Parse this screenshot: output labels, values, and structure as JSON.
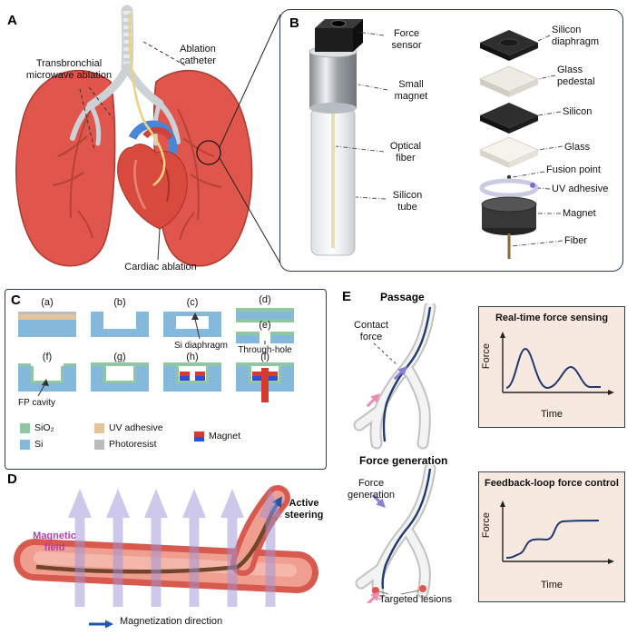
{
  "colors": {
    "panel_border": "#2b3a55",
    "chart_box_bg": "#f8e9e0",
    "curve_navy": "#1e3a6e",
    "si_blue": "#85b9dc",
    "sio2_green": "#8ec7a2",
    "uv_adhesive_tan": "#e3c49b",
    "photoresist_gray": "#b9bcbe",
    "magnet_red": "#d63a2f",
    "magnet_blue": "#2b4fd8",
    "magnetic_field_purple": "#b03fb0",
    "field_arrow_purple": "#9f93d9",
    "vessel_red": "#d85a4e",
    "magnetization_blue": "#2455a4",
    "lung_red": "#e0564c"
  },
  "panelA": {
    "label": "A",
    "transbronchial_label": "Transbronchial microwave ablation",
    "ablation_catheter_label": "Ablation catheter",
    "cardiac_ablation_label": "Cardiac ablation"
  },
  "panelB": {
    "label": "B",
    "force_sensor": "Force sensor",
    "small_magnet": "Small magnet",
    "optical_fiber": "Optical fiber",
    "silicon_tube": "Silicon tube",
    "silicon_diaphragm": "Silicon diaphragm",
    "glass_pedestal": "Glass pedestal",
    "silicon": "Silicon",
    "glass": "Glass",
    "fusion_point": "Fusion point",
    "uv_adhesive": "UV adhesive",
    "magnet": "Magnet",
    "fiber": "Fiber"
  },
  "panelC": {
    "label": "C",
    "steps": [
      "(a)",
      "(b)",
      "(c)",
      "(d)",
      "(e)",
      "(f)",
      "(g)",
      "(h)",
      "(i)"
    ],
    "si_diaphragm": "Si diaphragm",
    "through_hole": "Through-hole",
    "fp_cavity": "FP cavity",
    "legend": [
      {
        "label": "SiO₂",
        "color": "#8ec7a2"
      },
      {
        "label": "Si",
        "color": "#85b9dc"
      },
      {
        "label": "UV adhesive",
        "color": "#e3c49b"
      },
      {
        "label": "Photoresist",
        "color": "#b9bcbe"
      },
      {
        "label": "Magnet",
        "color": "#d63a2f"
      }
    ]
  },
  "panelD": {
    "label": "D",
    "magnetic_field": "Magnetic field",
    "active_steering": "Active steering",
    "magnetization_direction": "Magnetization direction"
  },
  "panelE": {
    "label": "E",
    "passage_heading": "Passage",
    "contact_force": "Contact force",
    "realtime_box_title": "Real-time force sensing",
    "force_generation_heading": "Force generation",
    "force_generation_label": "Force generation",
    "targeted_lesions": "Targeted lesions",
    "feedback_box_title": "Feedback-loop force control",
    "force_axis_label": "Force",
    "time_axis_label": "Time"
  }
}
